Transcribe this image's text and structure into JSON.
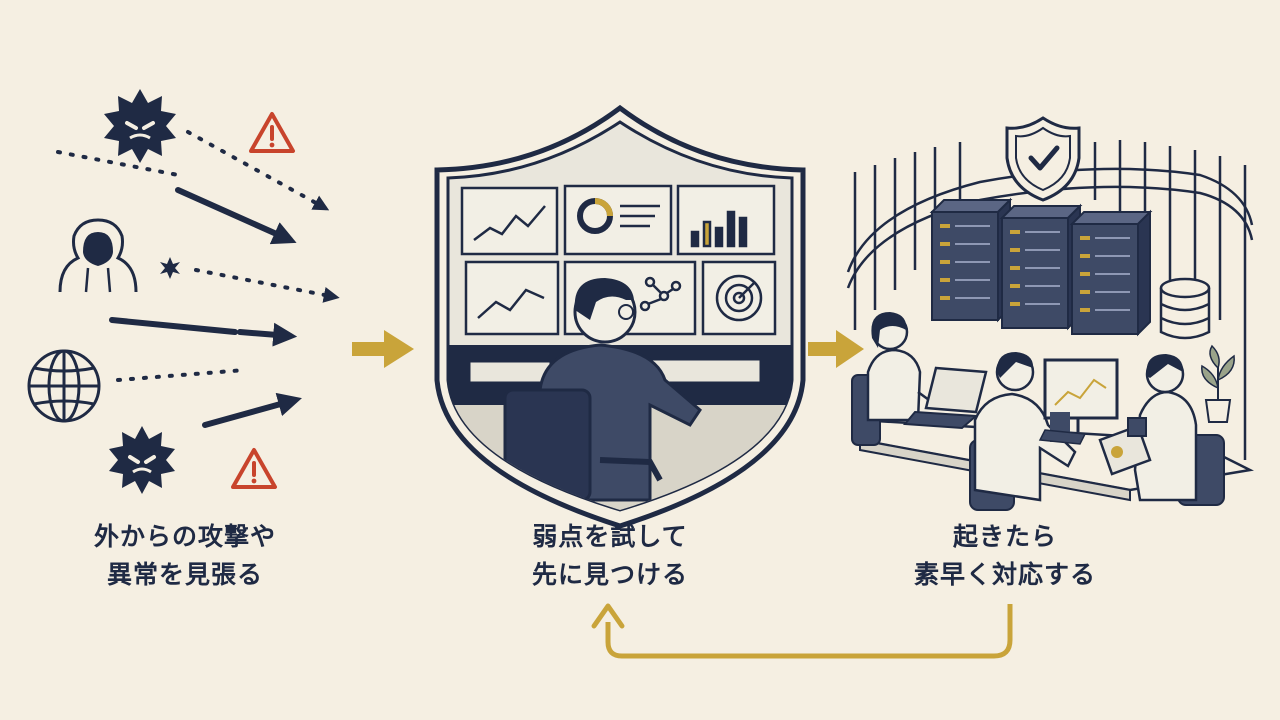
{
  "colors": {
    "background": "#f5efe2",
    "navy": "#1f2a44",
    "gold": "#c9a43a",
    "warning": "#c8442c",
    "panel": "#eceae2"
  },
  "steps": [
    {
      "line1": "外からの攻撃や",
      "line2": "異常を見張る"
    },
    {
      "line1": "弱点を試して",
      "line2": "先に見つける"
    },
    {
      "line1": "起きたら",
      "line2": "素早く対応する"
    }
  ],
  "icons": {
    "threats": [
      "virus-icon",
      "hacker-icon",
      "globe-icon",
      "virus-icon",
      "warning-icon",
      "warning-icon"
    ],
    "center": "shield-icon",
    "right": [
      "shield-check-icon",
      "server-icon",
      "database-icon",
      "plant-icon"
    ]
  }
}
